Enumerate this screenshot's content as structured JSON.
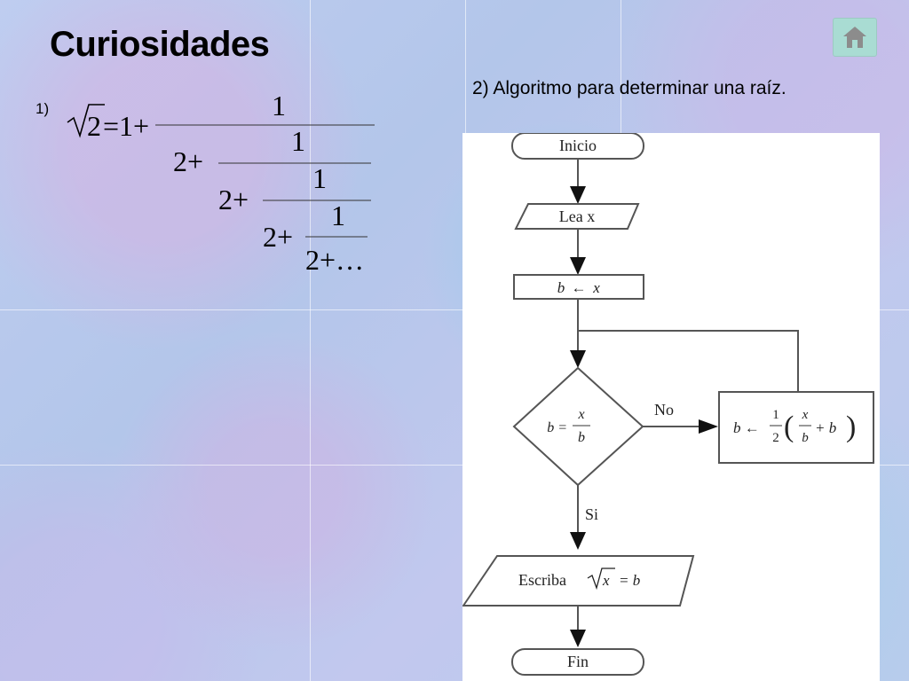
{
  "slide": {
    "title": "Curiosidades",
    "item1_label": "1)",
    "item2_label": "2) Algoritmo para determinar una raíz."
  },
  "home_button": {
    "icon": "home-icon",
    "color": "#a9dcd3"
  },
  "formula": {
    "lhs_radicand": "2",
    "equals_one_plus": "=1+",
    "levels": [
      {
        "numerator": "1",
        "denominator_prefix": "2+"
      },
      {
        "numerator": "1",
        "denominator_prefix": "2+"
      },
      {
        "numerator": "1",
        "denominator_prefix": "2+"
      },
      {
        "numerator": "1",
        "denominator_prefix": "2+…"
      }
    ]
  },
  "flowchart": {
    "start_label": "Inicio",
    "input_label": "Lea x",
    "assign_b": "b",
    "assign_arrow": "←",
    "assign_x": "x",
    "condition_lhs": "b =",
    "condition_num": "x",
    "condition_den": "b",
    "no_label": "No",
    "yes_label": "Si",
    "update_lhs": "b ←",
    "update_half_num": "1",
    "update_half_den": "2",
    "update_paren_open": "(",
    "update_frac_num": "x",
    "update_frac_den": "b",
    "update_plus_b": "+ b",
    "update_paren_close": ")",
    "output_prefix": "Escriba",
    "output_radicand": "x",
    "output_suffix": "= b",
    "end_label": "Fin"
  }
}
